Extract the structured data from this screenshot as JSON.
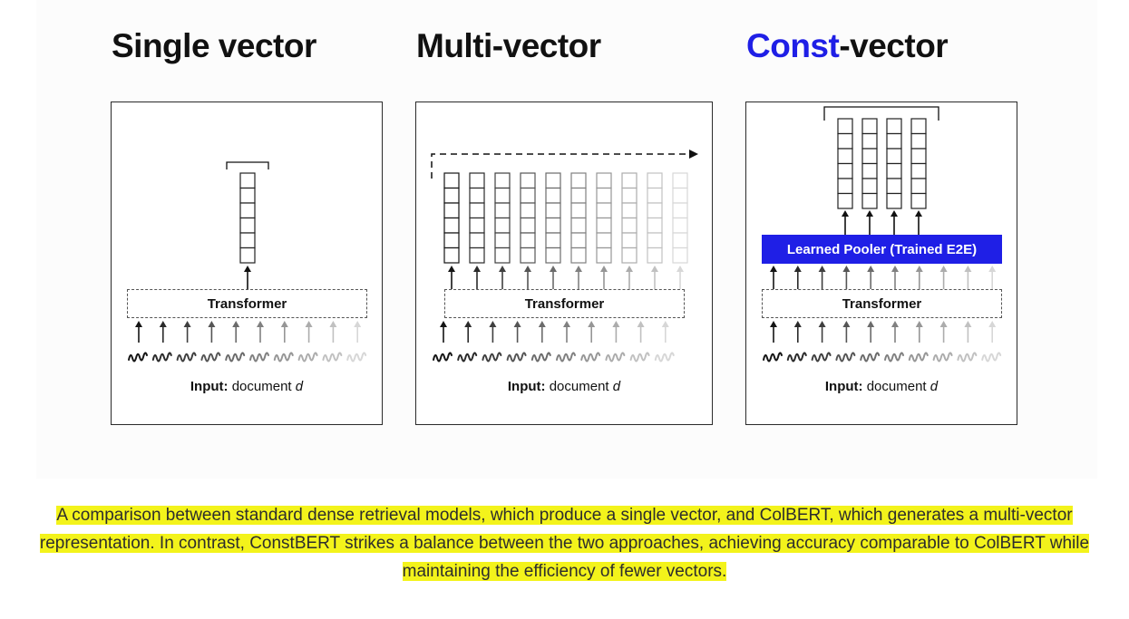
{
  "headings": {
    "single": "Single vector",
    "multi": "Multi-vector",
    "const_highlight": "Const",
    "const_rest": "-vector"
  },
  "colors": {
    "accent_blue": "#1f1fe6",
    "caption_highlight": "#f3f31b"
  },
  "panels": {
    "transformer_label": "Transformer",
    "pooler_label": "Learned Pooler (Trained E2E)",
    "input_bold": "Input:",
    "input_text": "document",
    "input_var": "d",
    "single_vector_count": 1,
    "multi_vector_count": 10,
    "const_vector_count": 4,
    "input_token_count": 10
  },
  "caption": "A comparison between standard dense retrieval models, which produce a single vector, and ColBERT, which generates a multi-vector representation. In contrast, ConstBERT strikes a balance between the two approaches, achieving accuracy comparable to ColBERT while maintaining the efficiency of fewer vectors."
}
